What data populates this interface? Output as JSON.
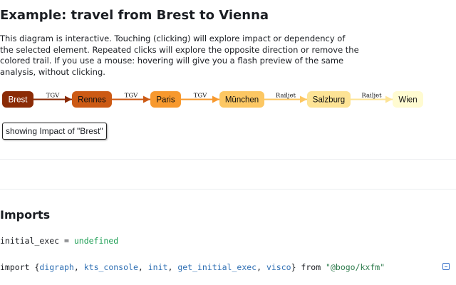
{
  "title": "Example: travel from Brest to Vienna",
  "intro": "This diagram is interactive. Touching (clicking) will explore impact or dependency of the selected element. Repeated clicks will explore the opposite direction or remove the colored trail. If you use a mouse: hovering will give you a flash preview of the same analysis, without clicking.",
  "diagram": {
    "nodes": [
      {
        "id": "brest",
        "label": "Brest",
        "fill": "#8b2b06",
        "text_color": "#ffffff"
      },
      {
        "id": "rennes",
        "label": "Rennes",
        "fill": "#cc5a14",
        "text_color": "#111111"
      },
      {
        "id": "paris",
        "label": "Paris",
        "fill": "#f7992e",
        "text_color": "#111111"
      },
      {
        "id": "munchen",
        "label": "München",
        "fill": "#fcc763",
        "text_color": "#111111"
      },
      {
        "id": "salzburg",
        "label": "Salzburg",
        "fill": "#fde395",
        "text_color": "#111111"
      },
      {
        "id": "wien",
        "label": "Wien",
        "fill": "#fffbd1",
        "text_color": "#111111"
      }
    ],
    "edges": [
      {
        "from": "brest",
        "to": "rennes",
        "label": "TGV",
        "color": "#8b2b06"
      },
      {
        "from": "rennes",
        "to": "paris",
        "label": "TGV",
        "color": "#cc5a14"
      },
      {
        "from": "paris",
        "to": "munchen",
        "label": "TGV",
        "color": "#f7992e"
      },
      {
        "from": "munchen",
        "to": "salzburg",
        "label": "Railjet",
        "color": "#fcc763"
      },
      {
        "from": "salzburg",
        "to": "wien",
        "label": "Railjet",
        "color": "#fde395"
      }
    ]
  },
  "status": "showing Impact of \"Brest\"",
  "imports_heading": "Imports",
  "code": {
    "line1": {
      "lhs": "initial_exec = ",
      "value": "undefined"
    },
    "line2": {
      "kw": "import {",
      "names": [
        "digraph",
        "kts_console",
        "init",
        "get_initial_exec",
        "visco"
      ],
      "from_kw": "} from ",
      "module": "\"@bogo/kxfm\""
    }
  },
  "icons": {
    "collapse": "collapse-minus-icon"
  }
}
